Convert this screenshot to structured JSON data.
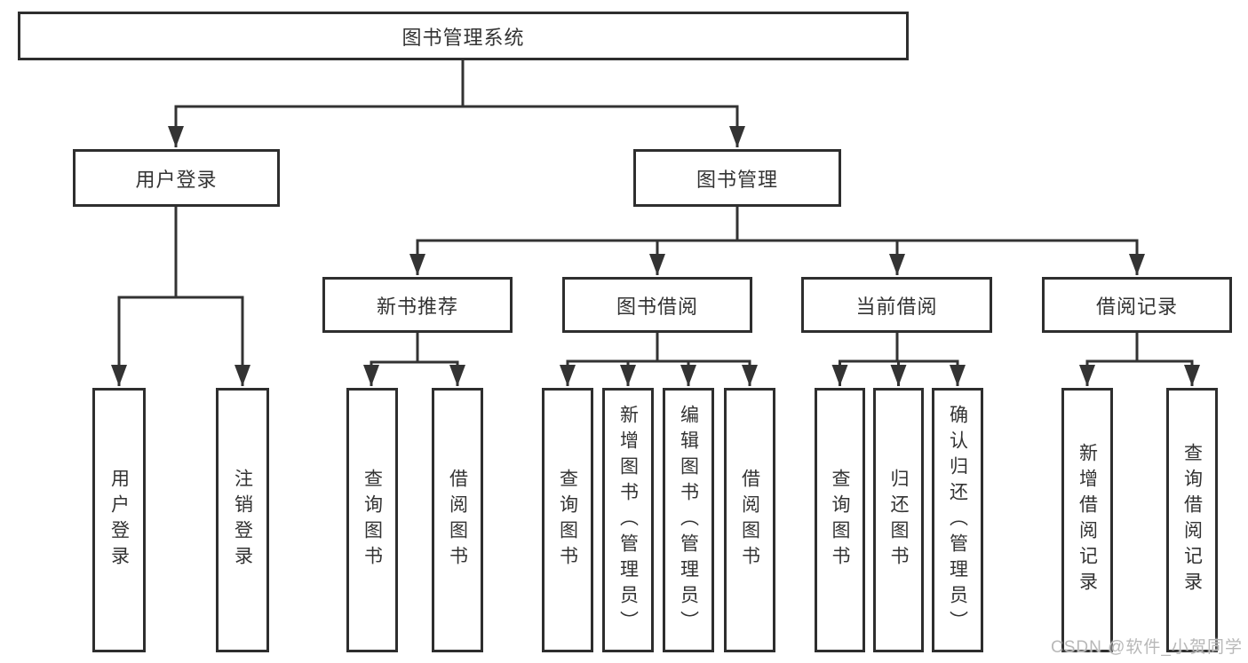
{
  "diagram": {
    "tree": {
      "label": "图书管理系统",
      "children": [
        {
          "label": "用户登录",
          "children": [
            {
              "label": "用户登录"
            },
            {
              "label": "注销登录"
            }
          ]
        },
        {
          "label": "图书管理",
          "children": [
            {
              "label": "新书推荐",
              "children": [
                {
                  "label": "查询图书"
                },
                {
                  "label": "借阅图书"
                }
              ]
            },
            {
              "label": "图书借阅",
              "children": [
                {
                  "label": "查询图书"
                },
                {
                  "label": "新增图书（管理员）"
                },
                {
                  "label": "编辑图书（管理员）"
                },
                {
                  "label": "借阅图书"
                }
              ]
            },
            {
              "label": "当前借阅",
              "children": [
                {
                  "label": "查询图书"
                },
                {
                  "label": "归还图书"
                },
                {
                  "label": "确认归还（管理员）"
                }
              ]
            },
            {
              "label": "借阅记录",
              "children": [
                {
                  "label": "新增借阅记录"
                },
                {
                  "label": "查询借阅记录"
                }
              ]
            }
          ]
        }
      ]
    },
    "colors": {
      "line": "#333333",
      "box_border": "#2e2e2e",
      "text": "#333333",
      "watermark": "#b8b8b8"
    },
    "watermark": {
      "text": "CSDN @软件_小贺同学"
    }
  }
}
